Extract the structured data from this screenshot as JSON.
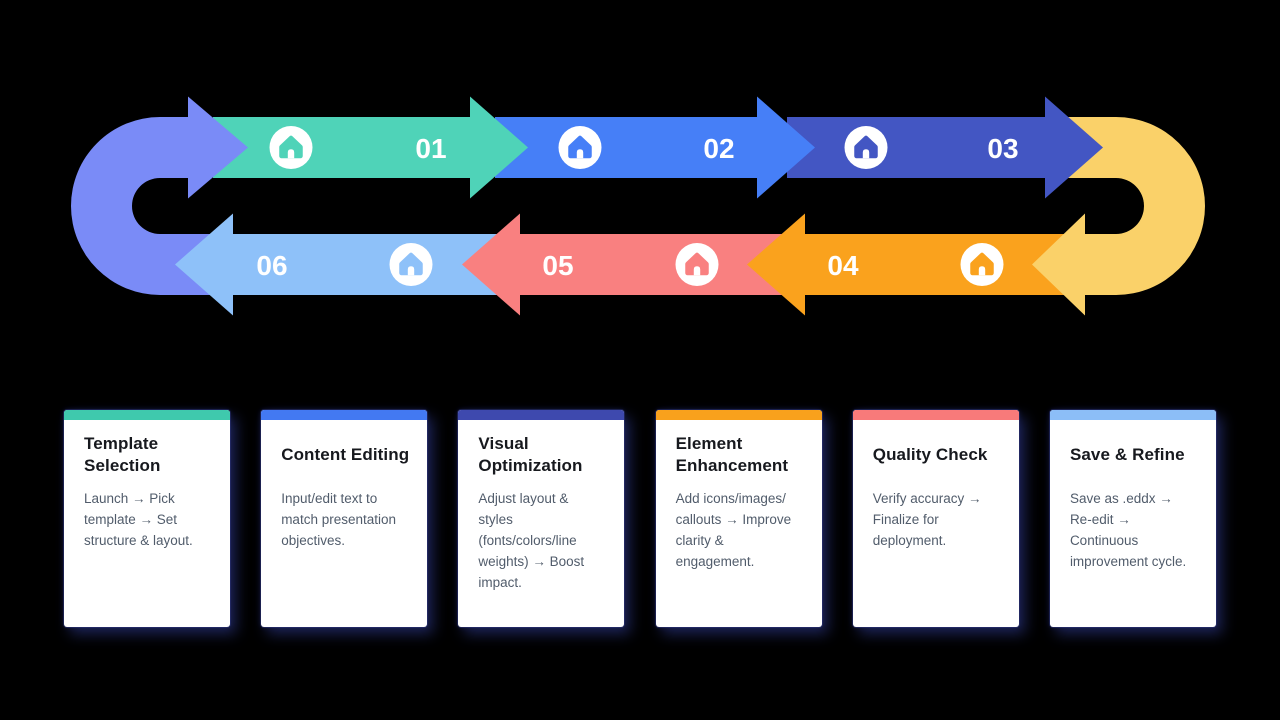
{
  "colors": {
    "background": "#000000",
    "card_bg": "#FFFFFF",
    "card_title": "#17191E",
    "card_body": "#515C6B",
    "card_shadow": "#1C2356",
    "step_number": "#FFFFFF",
    "icon_circle": "#FFFFFF"
  },
  "flow": {
    "left_loop_color": "#7A8BF7",
    "right_loop_color": "#FAD169",
    "steps": [
      {
        "number": "01",
        "icon": "home",
        "color": "#4FD3B8"
      },
      {
        "number": "02",
        "icon": "home",
        "color": "#467FF7"
      },
      {
        "number": "03",
        "icon": "home",
        "color": "#4356C3"
      },
      {
        "number": "04",
        "icon": "home",
        "color": "#FAA21D"
      },
      {
        "number": "05",
        "icon": "home",
        "color": "#F98080"
      },
      {
        "number": "06",
        "icon": "home",
        "color": "#8EC1F9"
      }
    ]
  },
  "cards": [
    {
      "title": "Template Selection",
      "description": "Launch → Pick template → Set structure & layout.",
      "accent": "#3FC9AD"
    },
    {
      "title": "Content Editing",
      "description": "Input/edit text to match presentation objectives.",
      "accent": "#4379F2"
    },
    {
      "title": "Visual Optimization",
      "description": "Adjust layout & styles (fonts/colors/line weights) → Boost impact.",
      "accent": "#3E49AE"
    },
    {
      "title": "Element Enhancement",
      "description": "Add icons/images/ callouts → Improve clarity & engagement.",
      "accent": "#F9A11C"
    },
    {
      "title": "Quality Check",
      "description": "Verify accuracy → Finalize for deployment.",
      "accent": "#F87A7A"
    },
    {
      "title": "Save & Refine",
      "description": "Save as .eddx → Re-edit → Continuous improvement cycle.",
      "accent": "#8CBEF7"
    }
  ]
}
